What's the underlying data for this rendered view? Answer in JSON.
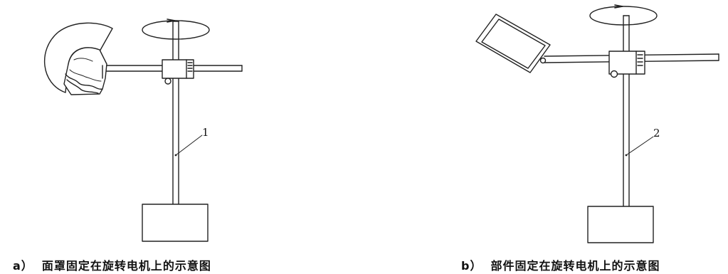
{
  "figure_a": {
    "label": "a）",
    "caption": "面罩固定在旋转电机上的示意图",
    "callout": "1"
  },
  "figure_b": {
    "label": "b）",
    "caption": "部件固定在旋转电机上的示意图",
    "callout": "2"
  }
}
